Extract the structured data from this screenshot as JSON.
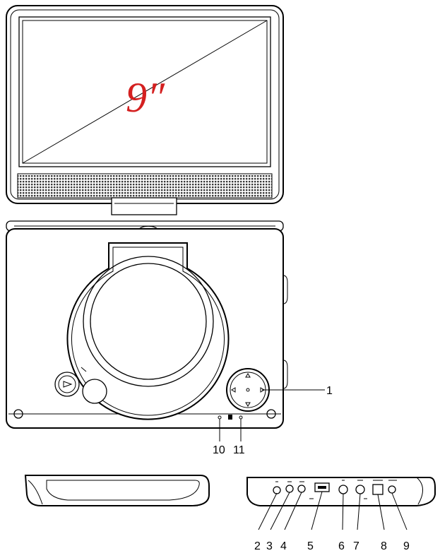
{
  "screen": {
    "size_label": "9″",
    "size_color": "#d42020"
  },
  "callouts": [
    "1",
    "2",
    "3",
    "4",
    "5",
    "6",
    "7",
    "8",
    "9",
    "10",
    "11"
  ],
  "colors": {
    "line": "#000000",
    "speaker_grille": "#3a3a3a",
    "background": "#ffffff"
  }
}
